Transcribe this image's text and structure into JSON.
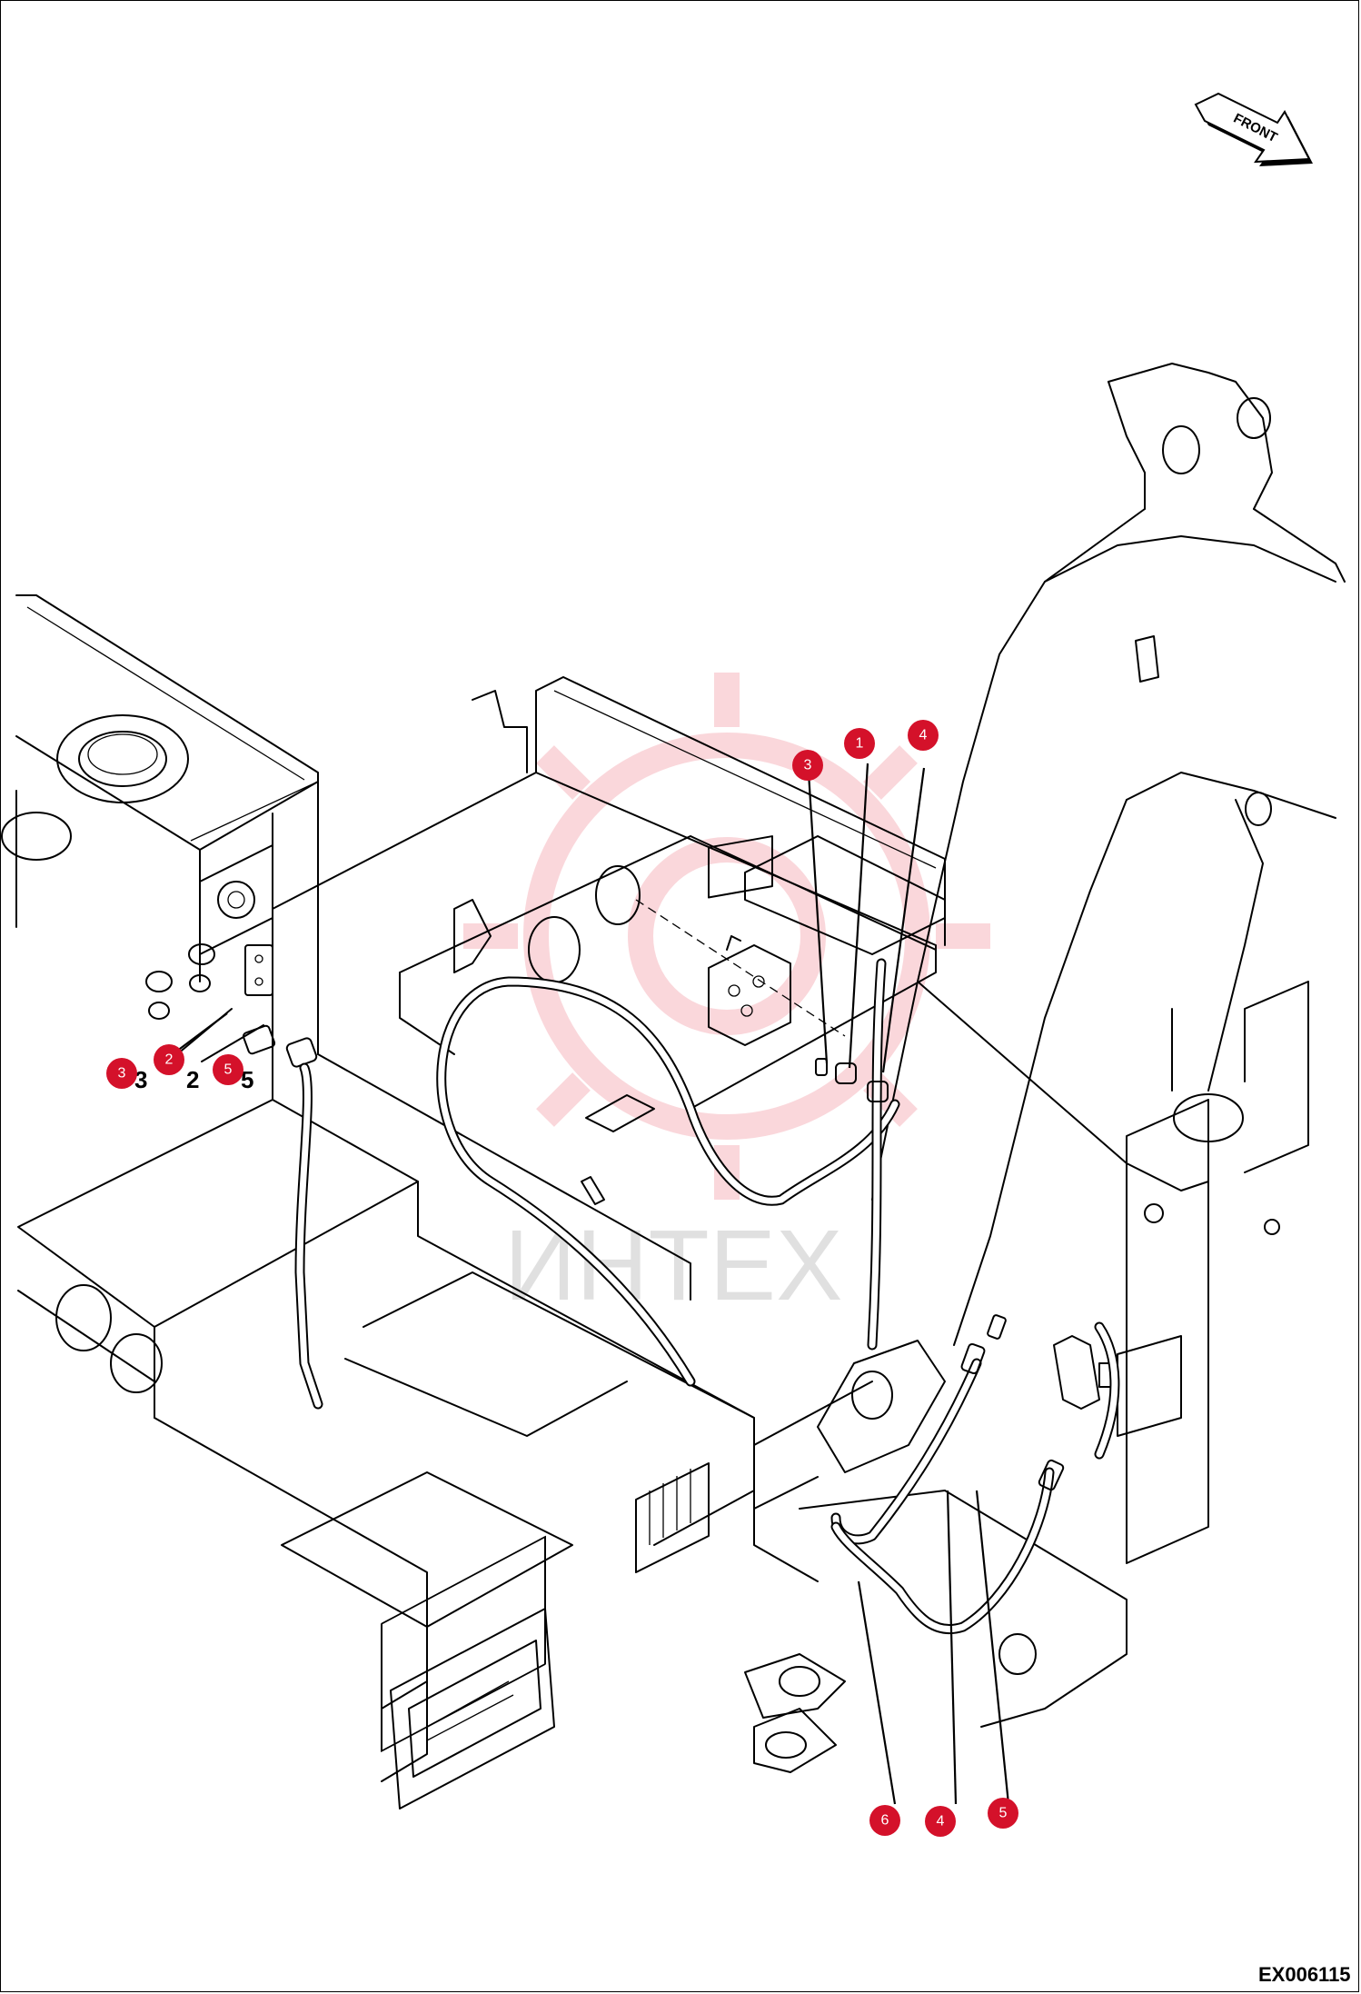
{
  "drawing_code": "EX006115",
  "front_arrow_label": "FRONT",
  "watermark_text": "ИНТЕХ",
  "colors": {
    "callout": "#d4112a",
    "watermark": "#e8485c",
    "lines": "#000000"
  },
  "callouts": [
    {
      "label": "3"
    },
    {
      "label": "2"
    },
    {
      "label": "5"
    },
    {
      "label": "3"
    },
    {
      "label": "1"
    },
    {
      "label": "4"
    },
    {
      "label": "6"
    },
    {
      "label": "4"
    },
    {
      "label": "5"
    }
  ],
  "part_numbers_printed": [
    "3",
    "2",
    "5"
  ]
}
